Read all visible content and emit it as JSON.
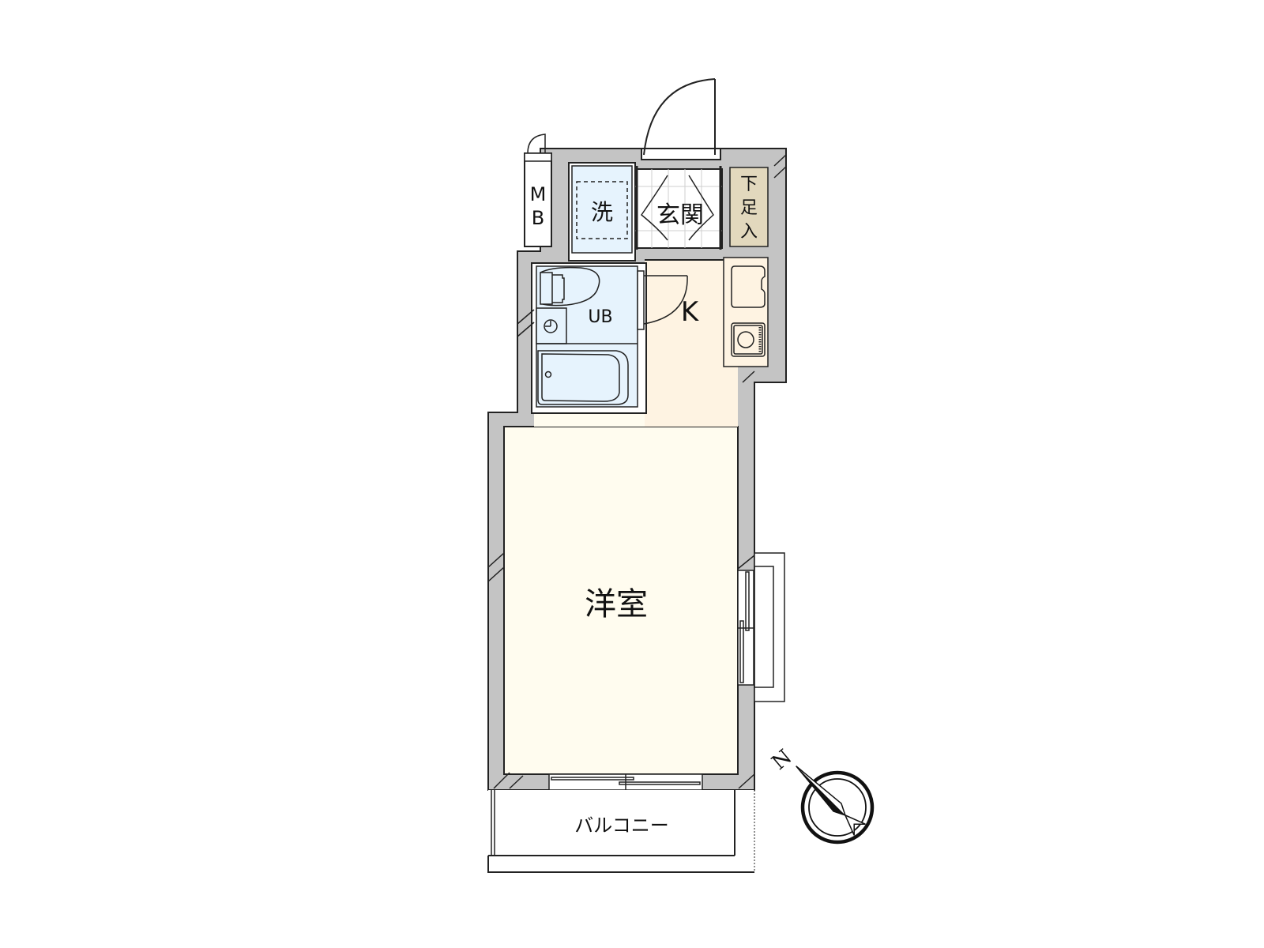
{
  "floorplan": {
    "rooms": {
      "western_room": {
        "label": "洋室",
        "color": "#fffcef"
      },
      "kitchen": {
        "label": "K",
        "color": "#fef3e2"
      },
      "unit_bath": {
        "label": "UB",
        "color": "#e6f3fd"
      },
      "washer": {
        "label": "洗",
        "color": "#e6f3fd"
      },
      "entrance": {
        "label": "玄関",
        "color": "#ffffff"
      },
      "shoe_box": {
        "label_lines": [
          "下",
          "足",
          "入"
        ],
        "color": "#e2d8bd"
      },
      "meter_box": {
        "label_lines": [
          "M",
          "B"
        ],
        "color": "#ffffff"
      },
      "balcony": {
        "label": "バルコニー",
        "color": "#ffffff"
      }
    },
    "compass": {
      "label": "N",
      "rotation_deg": -35
    },
    "colors": {
      "wall": "#c4c4c4",
      "line": "#222222"
    }
  }
}
